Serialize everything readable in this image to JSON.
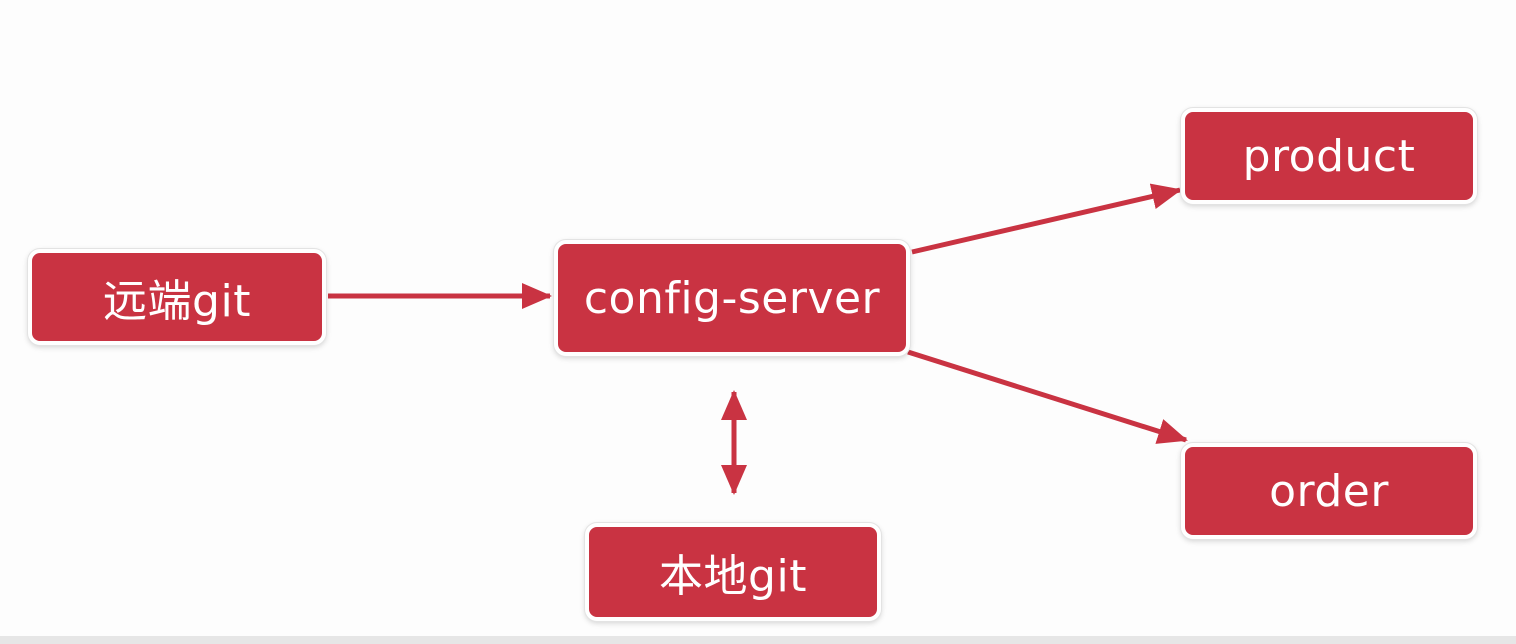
{
  "colors": {
    "node_fill": "#c93342",
    "node_border": "#ffffff",
    "arrow": "#c93342",
    "background": "#fdfdfd"
  },
  "nodes": {
    "remote_git": "远端git",
    "config_server": "config-server",
    "local_git": "本地git",
    "product": "product",
    "order": "order"
  },
  "edges": [
    {
      "from": "remote_git",
      "to": "config_server",
      "direction": "forward"
    },
    {
      "from": "config_server",
      "to": "local_git",
      "direction": "bidirectional"
    },
    {
      "from": "config_server",
      "to": "product",
      "direction": "forward"
    },
    {
      "from": "config_server",
      "to": "order",
      "direction": "forward"
    }
  ]
}
